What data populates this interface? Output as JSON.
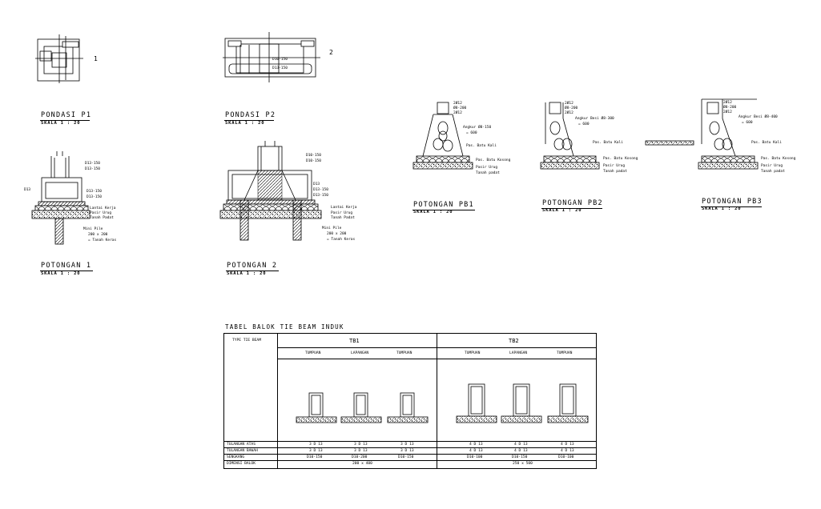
{
  "drawings": {
    "p1_number": "1",
    "p2_number": "2",
    "p1_title": "PONDASI P1",
    "p1_scale": "SKALA    1 : 20",
    "p2_title": "PONDASI P2",
    "p2_scale": "SKALA    1 : 20",
    "pot1_title": "POTONGAN 1",
    "pot1_scale": "SKALA    1 : 20",
    "pot2_title": "POTONGAN 2",
    "pot2_scale": "SKALA    1 : 20",
    "pb1_title": "POTONGAN PB1",
    "pb1_scale": "SKALA    1 : 20",
    "pb2_title": "POTONGAN PB2",
    "pb2_scale": "SKALA    1 : 20",
    "pb3_title": "POTONGAN PB3",
    "pb3_scale": "SKALA    1 : 20"
  },
  "pot1_labels": {
    "d13_left": "D13",
    "rebar1": "D13-150",
    "rebar2": "D13-150",
    "rebar3": "D13-150",
    "rebar4": "D13-150",
    "lantai": "Lantai Kerja",
    "pasir": "Pasir Urug",
    "tanah": "Tanah Padat",
    "minipile": "Mini Pile",
    "dim": "200 x 200",
    "tanah_keras": "= Tanah Keras"
  },
  "pot2_labels": {
    "rebar1": "D10-150",
    "rebar2": "D10-150",
    "d13": "D13",
    "rebar3": "D13-150",
    "rebar4": "D13-150",
    "lantai": "Lantai Kerja",
    "pasir": "Pasir Urug",
    "tanah": "Tanah Padat",
    "minipile": "Mini Pile",
    "dim": "200 x 200",
    "tanah_keras": "= Tanah Keras"
  },
  "p2_plan_labels": {
    "r1": "D10-150",
    "r2": "D13-150"
  },
  "pb_labels": {
    "pb1_top": [
      "2Ø12",
      "Ø8-200",
      "2Ø12"
    ],
    "pb1_angkur": "Angkur Ø8-150",
    "pb1_l": "= 600",
    "pb1_batu_kali": "Pas. Batu Kali",
    "pb1_batu_kosong": "Pas. Batu Kosong",
    "pb1_pasir": "Pasir Urug",
    "pb1_tanah": "Tanah padat",
    "pb2_top": [
      "2Ø12",
      "Ø8-200",
      "2Ø12"
    ],
    "pb2_angkur": "Angkur Besi Ø8-300",
    "pb2_l": "= 600",
    "pb2_batu_kali": "Pas. Batu Kali",
    "pb2_batu_kosong": "Pas. Batu Kosong",
    "pb2_pasir": "Pasir Urug",
    "pb2_tanah": "Tanah padat",
    "pb3_top": [
      "2Ø12",
      "Ø8-200",
      "2Ø12"
    ],
    "pb3_angkur": "Angkur Besi Ø8-400",
    "pb3_l": "= 600",
    "pb3_batu_kali": "Pas. Batu Kali",
    "pb3_batu_kosong": "Pas. Batu Kosong",
    "pb3_pasir": "Pasir Urug",
    "pb3_tanah": "Tanah padat"
  },
  "table": {
    "title": "TABEL BALOK TIE BEAM INDUK",
    "type_label": "TYPE TIE BEAM",
    "tb1": "TB1",
    "tb2": "TB2",
    "tb1_cols": [
      "TUMPUAN",
      "LAPANGAN",
      "TUMPUAN"
    ],
    "tb2_cols": [
      "TUMPUAN",
      "LAPANGAN",
      "TUMPUAN"
    ],
    "row_labels": [
      "TULANGAN ATAS",
      "TULANGAN BAWAH",
      "SENGKANG",
      "DIMENSI BALOK"
    ],
    "tb1_atas": [
      "3 D 13",
      "3 D 13",
      "3 D 13"
    ],
    "tb1_bawah": [
      "3 D 13",
      "3 D 13",
      "3 D 13"
    ],
    "tb1_sengkang": [
      "D10-150",
      "D10-200",
      "D10-150"
    ],
    "tb1_dimensi": "200 x 400",
    "tb2_atas": [
      "4 D 13",
      "4 D 13",
      "4 D 13"
    ],
    "tb2_bawah": [
      "4 D 13",
      "4 D 13",
      "4 D 13"
    ],
    "tb2_sengkang": [
      "D10-100",
      "D10-150",
      "D10-100"
    ],
    "tb2_dimensi": "250 x 500"
  },
  "colors": {
    "line": "#000000",
    "background": "#ffffff"
  }
}
